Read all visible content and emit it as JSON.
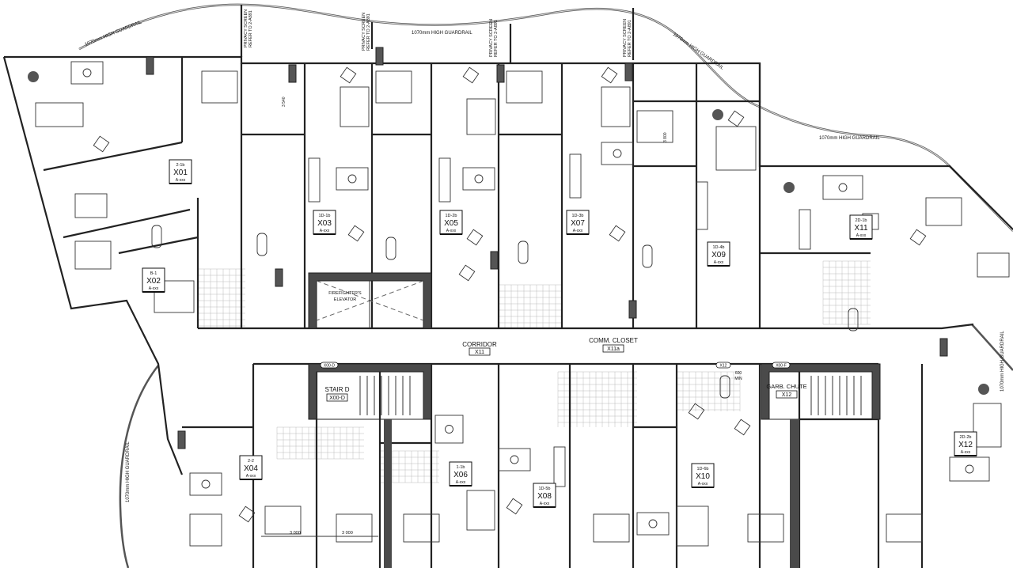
{
  "plan": {
    "guardrail_label": "1070mm HIGH GUARDRAIL",
    "privacy_screen_label": [
      "PRIVACY SCREEN",
      "REFER TO 2-A891"
    ],
    "corridor": {
      "name": "CORRIDOR",
      "tag": "X11"
    },
    "comm_closet": {
      "name": "COMM. CLOSET",
      "tag": "X11a"
    },
    "firefighters_elevator": [
      "FIREFIGHTER'S",
      "ELEVATOR"
    ],
    "stair_d": {
      "name": "STAIR D",
      "tag": "X00-D",
      "door_tag": "X00-D"
    },
    "garb_chute": {
      "name": "GARB. CHUTE",
      "tag": "X12",
      "door_tag": "X00-F",
      "chute_door_tag": "X12"
    },
    "clearance_note": [
      "600",
      "MIN"
    ],
    "dimensions": [
      "3 540",
      "3 800",
      "3 000",
      "3 000"
    ],
    "units": [
      {
        "type": "2-1b",
        "id": "X01",
        "area": "A-xxx"
      },
      {
        "type": "B-1",
        "id": "X02",
        "area": "A-xxx"
      },
      {
        "type": "1D-1b",
        "id": "X03",
        "area": "A-xxx"
      },
      {
        "type": "1D-2b",
        "id": "X05",
        "area": "A-xxx"
      },
      {
        "type": "1D-3b",
        "id": "X07",
        "area": "A-xxx"
      },
      {
        "type": "1D-4b",
        "id": "X09",
        "area": "A-xxx"
      },
      {
        "type": "2D-1b",
        "id": "X11",
        "area": "A-xxx"
      },
      {
        "type": "2-2",
        "id": "X04",
        "area": "A-xxx"
      },
      {
        "type": "1-1b",
        "id": "X06",
        "area": "A-xxx"
      },
      {
        "type": "1D-5b",
        "id": "X08",
        "area": "A-xxx"
      },
      {
        "type": "1D-6b",
        "id": "X10",
        "area": "A-xxx"
      },
      {
        "type": "2D-2b",
        "id": "X12",
        "area": "A-xxx"
      }
    ]
  }
}
